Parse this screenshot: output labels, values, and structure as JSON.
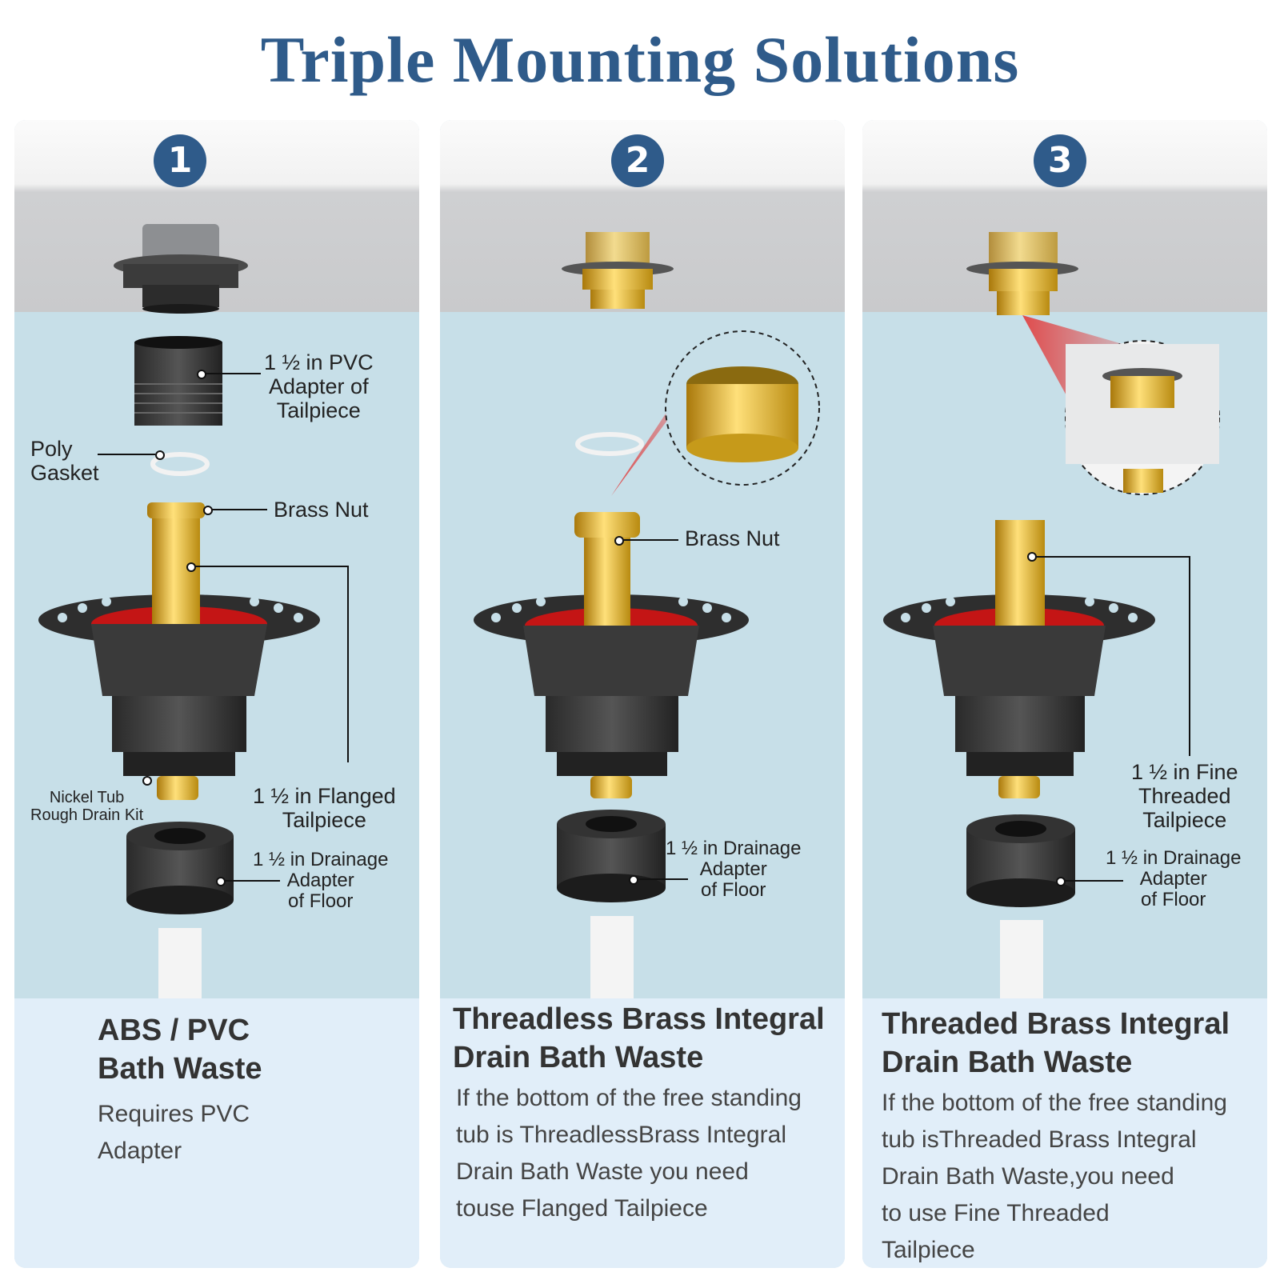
{
  "title": "Triple Mounting Solutions",
  "colors": {
    "accent": "#2f5b8a",
    "brass": "#d4a017",
    "panel_bg": "#c7dfe8",
    "caption_bg": "#e1eef9"
  },
  "panels": [
    {
      "number": "1",
      "labels": {
        "pvc_adapter": "1 ½ in PVC\nAdapter of\nTailpiece",
        "poly_gasket": "Poly\nGasket",
        "brass_nut": "Brass Nut",
        "flanged_tailpiece": "1 ½ in Flanged\nTailpiece",
        "nickel_kit": "Nickel Tub\nRough Drain Kit",
        "drainage_adapter": "1 ½ in Drainage\nAdapter\nof Floor"
      },
      "caption_title": "ABS / PVC\nBath Waste",
      "caption_body": "Requires PVC\nAdapter"
    },
    {
      "number": "2",
      "labels": {
        "brass_nut": "Brass Nut",
        "drainage_adapter": "1 ½ in Drainage\nAdapter\nof Floor"
      },
      "caption_title": "Threadless Brass Integral\nDrain Bath Waste",
      "caption_body": "If the bottom of the free standing\ntub is ThreadlessBrass Integral\nDrain Bath Waste you need\ntouse Flanged Tailpiece"
    },
    {
      "number": "3",
      "labels": {
        "fine_tailpiece": "1 ½ in Fine\nThreaded\nTailpiece",
        "drainage_adapter": "1 ½ in Drainage\nAdapter\nof Floor"
      },
      "caption_title": "Threaded Brass Integral\nDrain Bath Waste",
      "caption_body": "If the bottom of the free standing\ntub isThreaded Brass Integral\nDrain Bath Waste,you need\nto use Fine Threaded\nTailpiece"
    }
  ]
}
